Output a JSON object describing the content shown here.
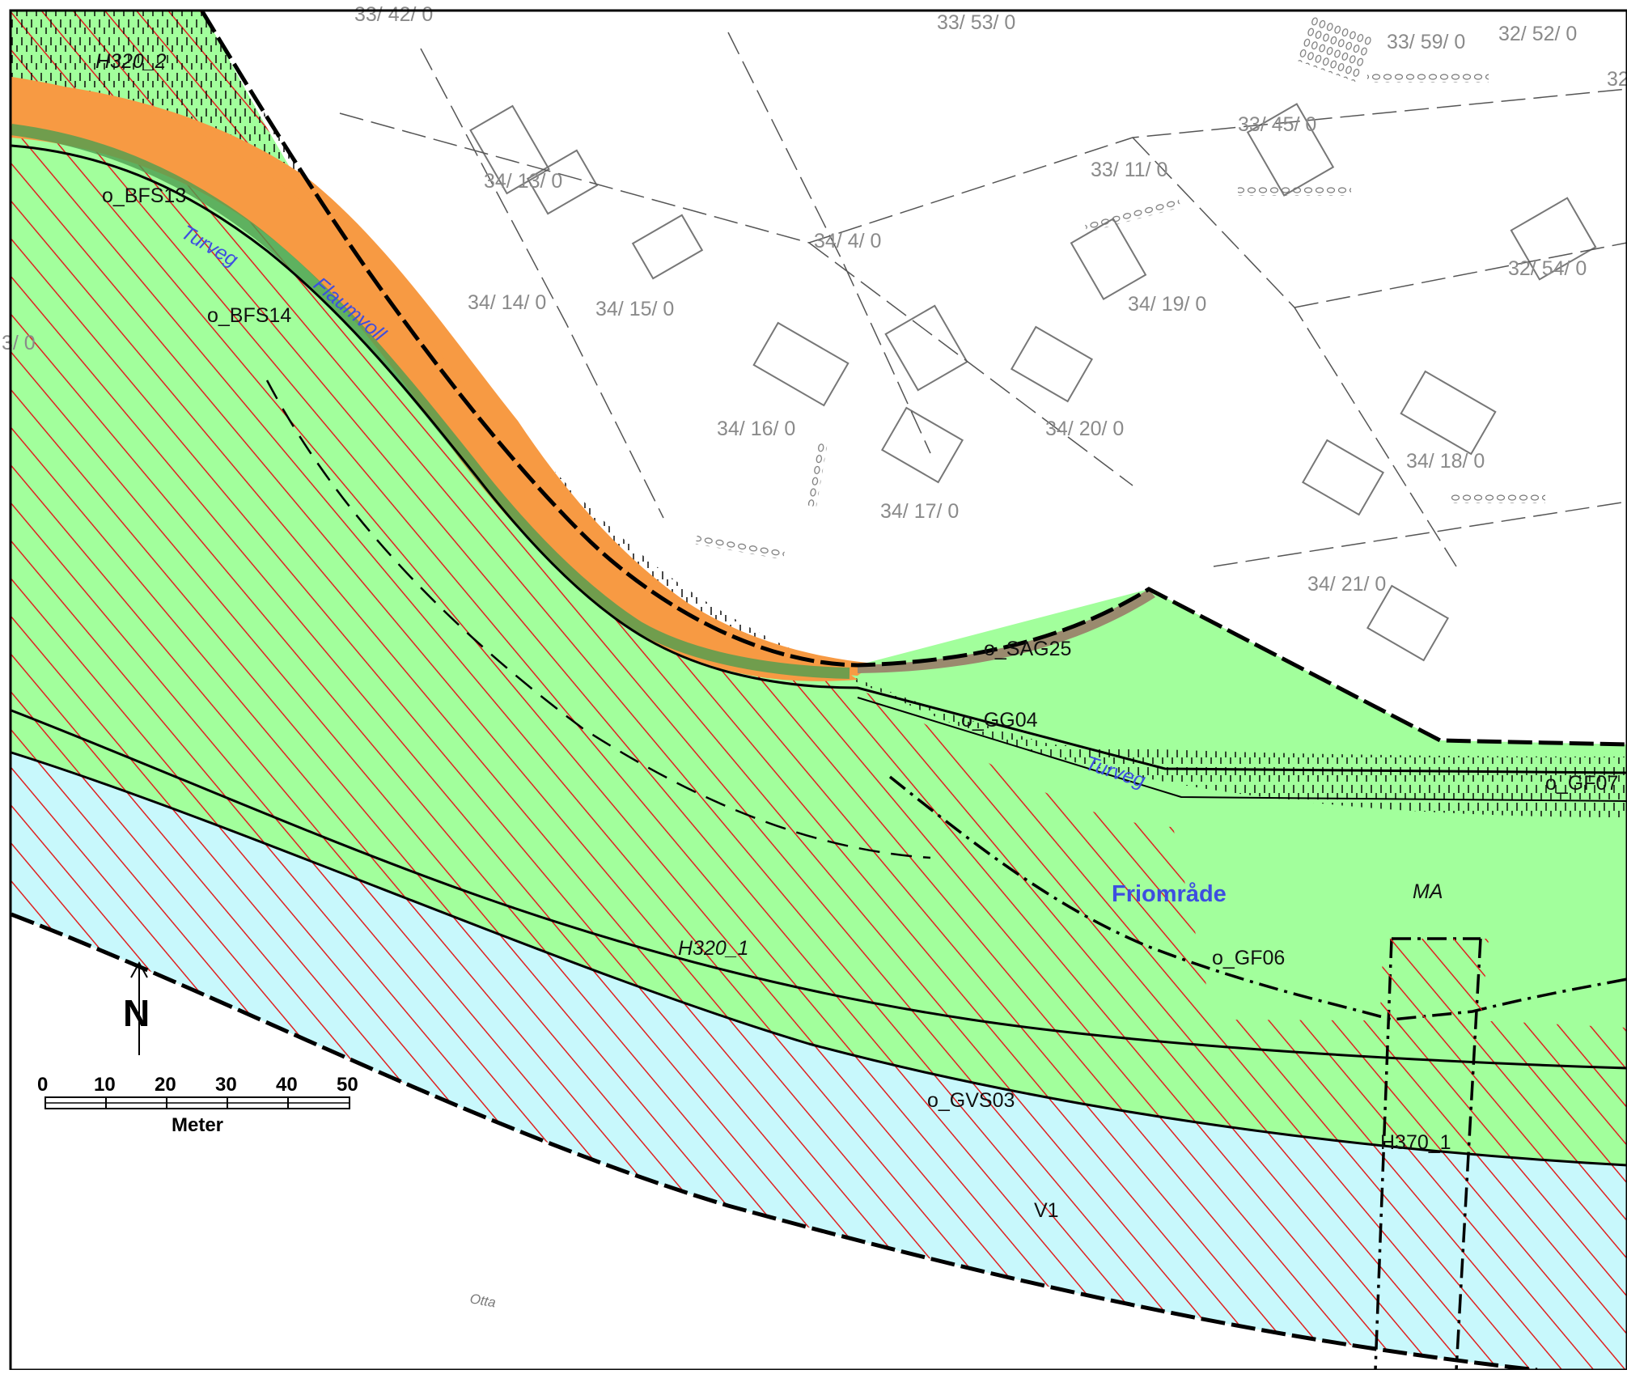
{
  "map": {
    "colors": {
      "friomrade_green": "#a2ff9c",
      "path_orange": "#f79a43",
      "water_blue": "#c8f8fc",
      "hatch_red": "#e02020",
      "dark_green_strip": "#4e9e50",
      "brown_strip": "#9a8a6e",
      "parcel_grey": "#8a8a8a",
      "label_blue": "#3d4ee0"
    },
    "parcel_labels": [
      "33/ 42/ 0",
      "33/ 53/ 0",
      "33/ 59/ 0",
      "32/ 52/ 0",
      "32",
      "33/ 45/ 0",
      "33/ 11/ 0",
      "34/ 13/ 0",
      "34/ 4/ 0",
      "34/ 14/ 0",
      "34/ 15/ 0",
      "34/ 19/ 0",
      "32/ 54/ 0",
      "34/ 16/ 0",
      "34/ 20/ 0",
      "34/ 18/ 0",
      "34/ 17/ 0",
      "34/ 21/ 0",
      "3/ 0"
    ],
    "zone_codes": [
      "o_BFS13",
      "o_BFS14",
      "o_SAG25",
      "o_GG04",
      "o_GF07",
      "o_GF06",
      "o_GVS03"
    ],
    "zone_italic_labels": [
      "H320_2",
      "H320_1",
      "MA",
      "H370_1",
      "V1"
    ],
    "name_labels": {
      "turveg_1": "Turveg",
      "flaumvoll": "Flaumvoll",
      "turveg_2": "Turveg",
      "friomrade": "Friområde"
    },
    "river_name": "Otta",
    "north_arrow": {
      "letter": "N",
      "icon": "north-arrow-icon"
    },
    "scale_bar": {
      "ticks": [
        "0",
        "10",
        "20",
        "30",
        "40",
        "50"
      ],
      "unit": "Meter"
    }
  }
}
